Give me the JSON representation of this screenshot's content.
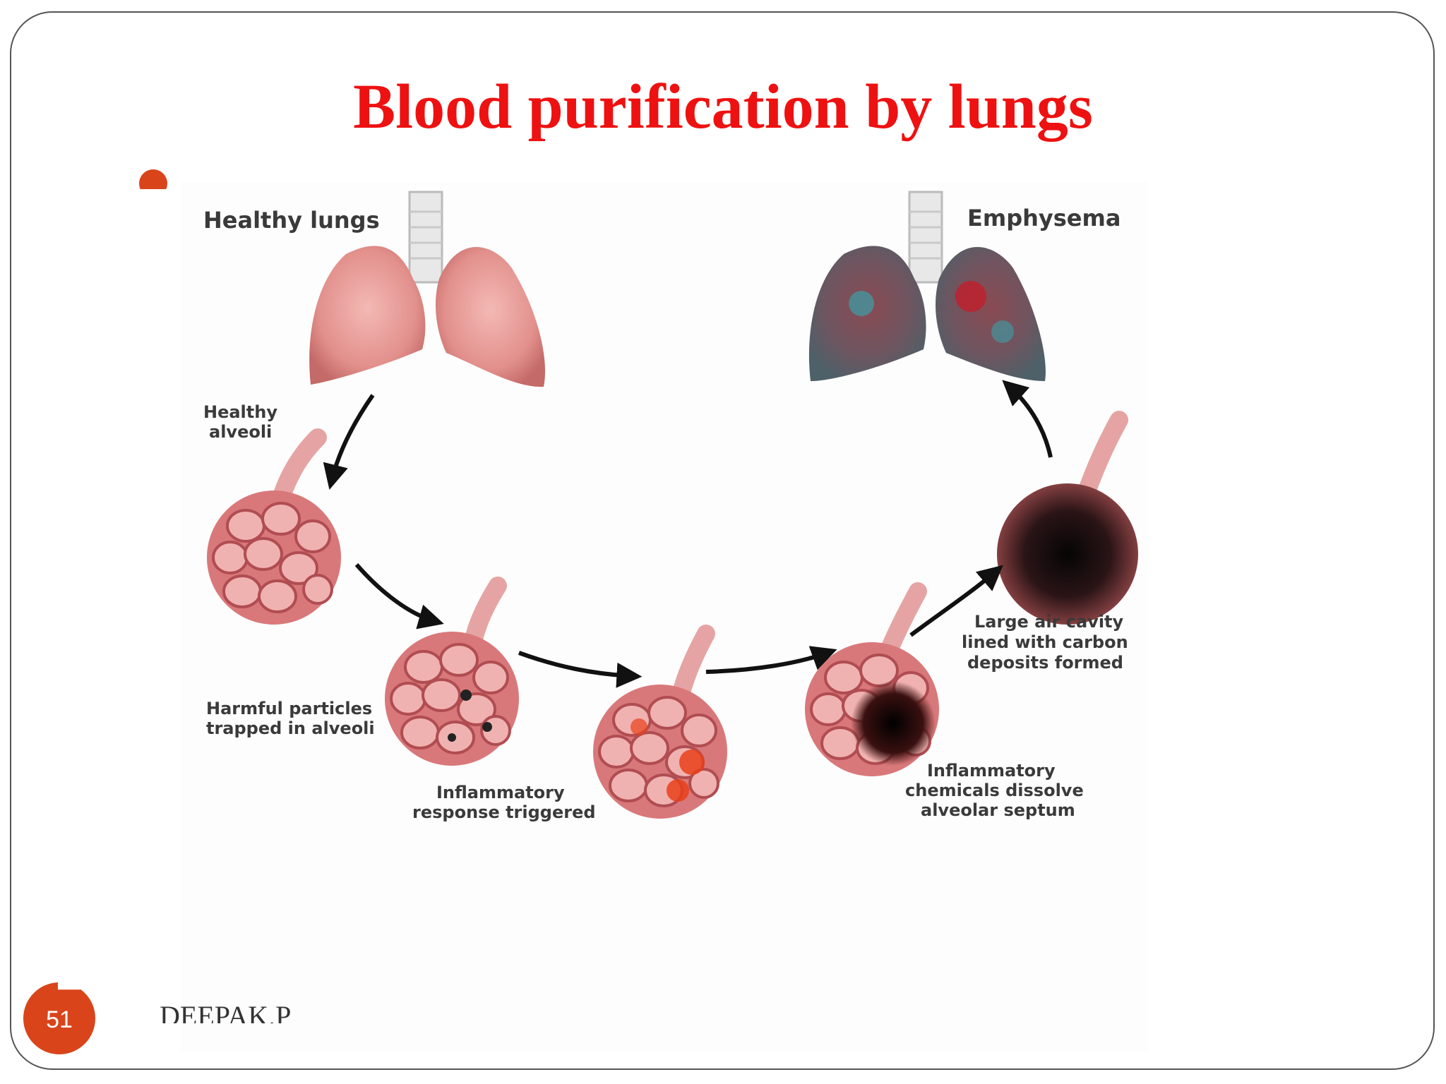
{
  "slide": {
    "title": "Blood purification by lungs",
    "slide_number": "51",
    "author": "DEEPAK.P",
    "accent_color": "#d9441b",
    "title_color": "#ee1111"
  },
  "figure": {
    "labels": {
      "healthy_lungs": "Healthy lungs",
      "emphysema": "Emphysema",
      "healthy_alveoli_1": "Healthy",
      "healthy_alveoli_2": "alveoli",
      "harmful_1": "Harmful particles",
      "harmful_2": "trapped in alveoli",
      "inflammatory_response_1": "Inflammatory",
      "inflammatory_response_2": "response triggered",
      "chemicals_1": "Inflammatory",
      "chemicals_2": "chemicals dissolve",
      "chemicals_3": "alveolar septum",
      "cavity_1": "Large air cavity",
      "cavity_2": "lined with carbon",
      "cavity_3": "deposits formed"
    }
  }
}
